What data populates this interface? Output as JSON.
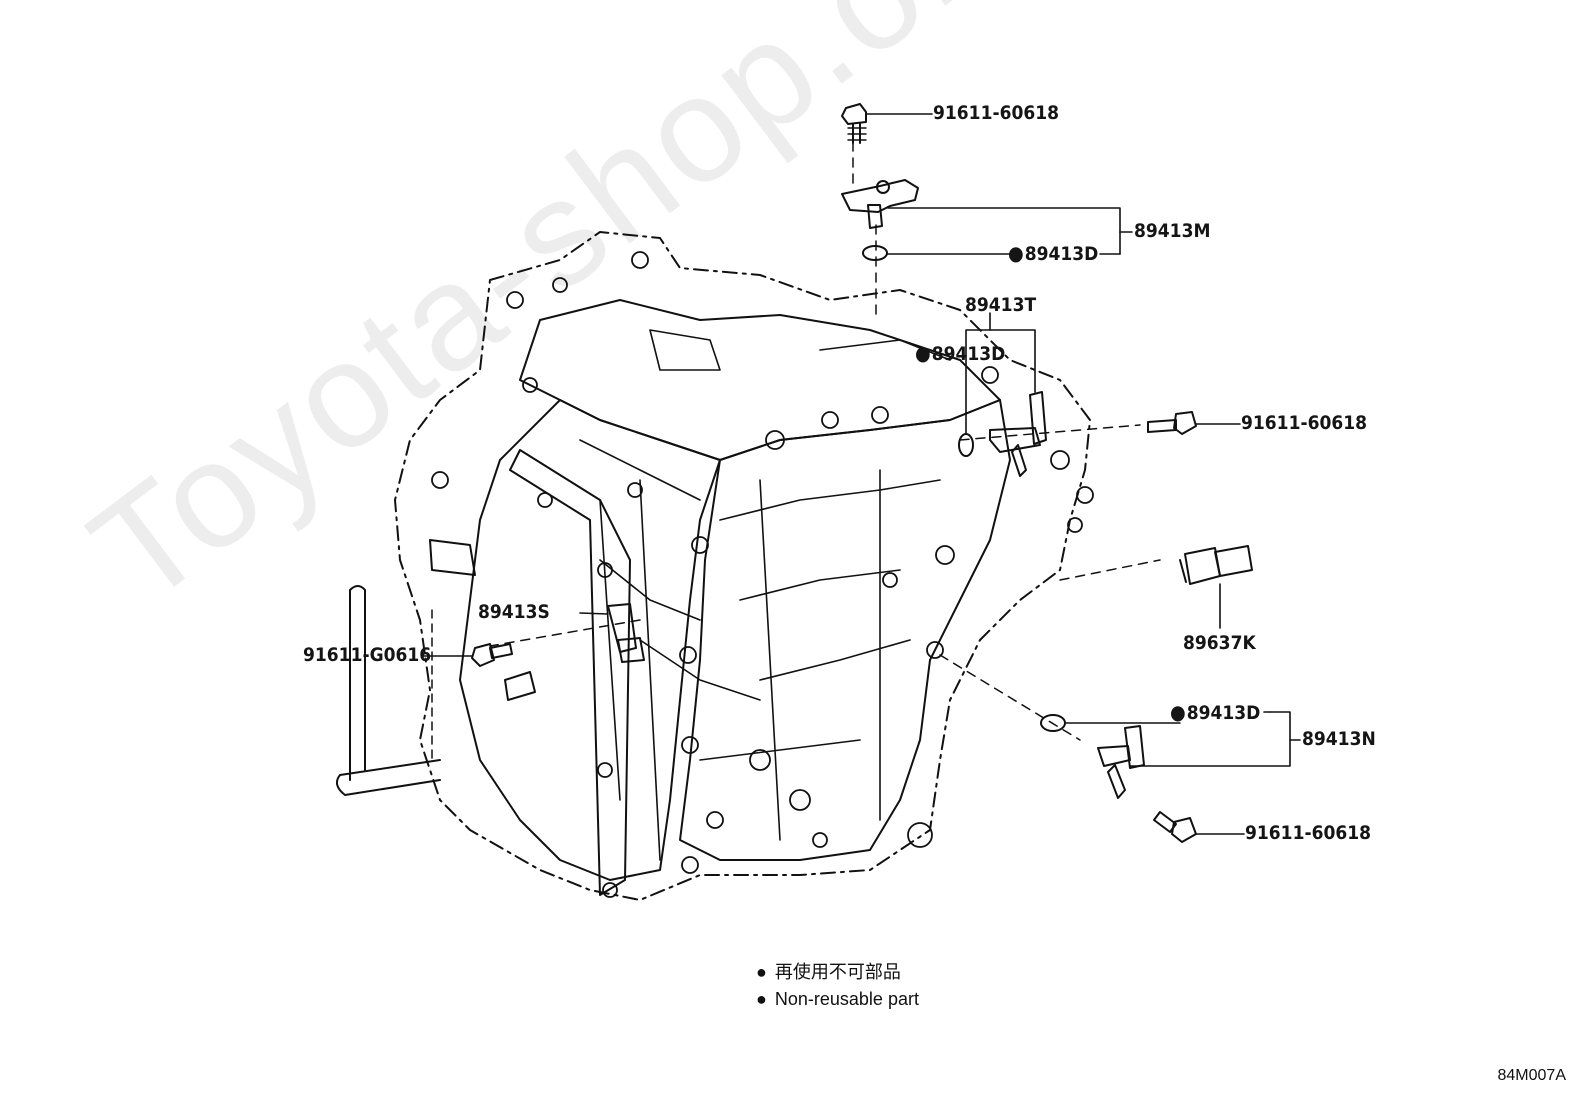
{
  "watermark": "Toyota-shop.online.ru",
  "labels": {
    "bolt_top": "91611-60618",
    "sensor_m": "89413M",
    "oring_top": "89413D",
    "sensor_t": "89413T",
    "oring_mid": "89413D",
    "bolt_right": "91611-60618",
    "sensor_k": "89637K",
    "sensor_s": "89413S",
    "bolt_left": "91611-G0616",
    "oring_low": "89413D",
    "sensor_n": "89413N",
    "bolt_low": "91611-60618"
  },
  "legend": {
    "line1": "再使用不可部品",
    "line2": "Non-reusable part"
  },
  "figure_code": "84M007A"
}
